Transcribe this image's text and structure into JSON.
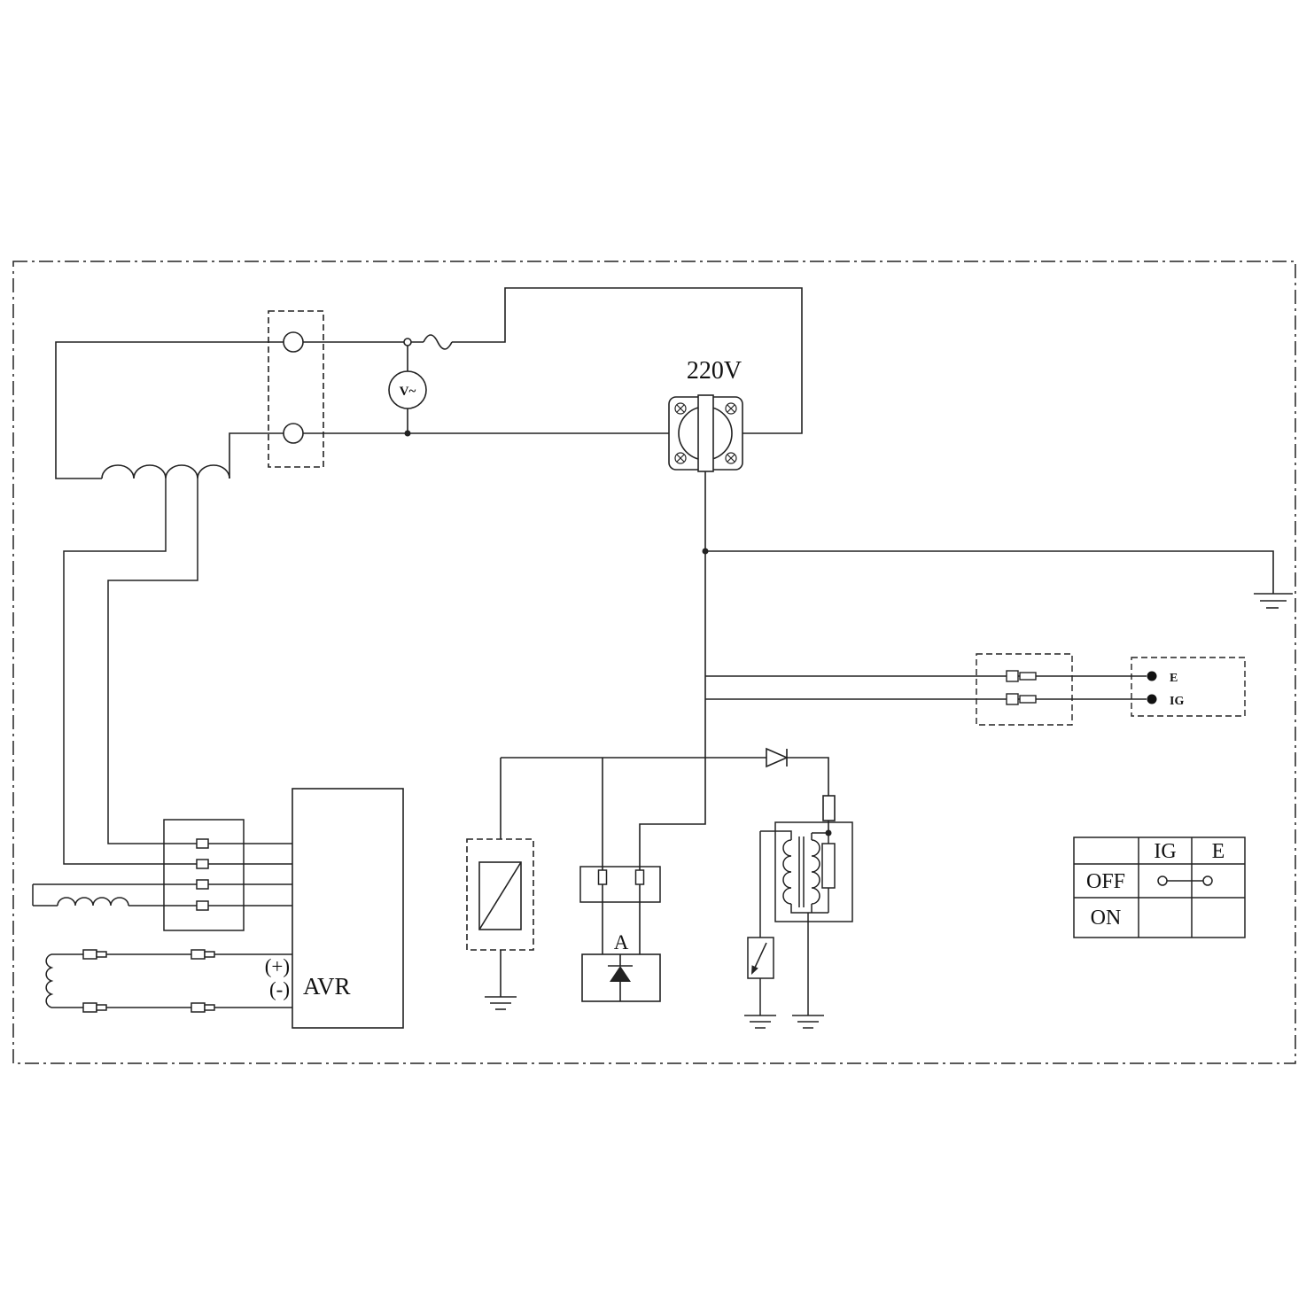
{
  "diagram": {
    "labels": {
      "outlet_voltage": "220V",
      "voltmeter": "V~",
      "kill_e": "E",
      "kill_ig": "IG",
      "avr": "AVR",
      "avr_plus": "(+)",
      "avr_minus": "(-)",
      "diode_a": "A"
    },
    "table": {
      "header_ig": "IG",
      "header_e": "E",
      "row_off": "OFF",
      "row_on": "ON"
    }
  }
}
